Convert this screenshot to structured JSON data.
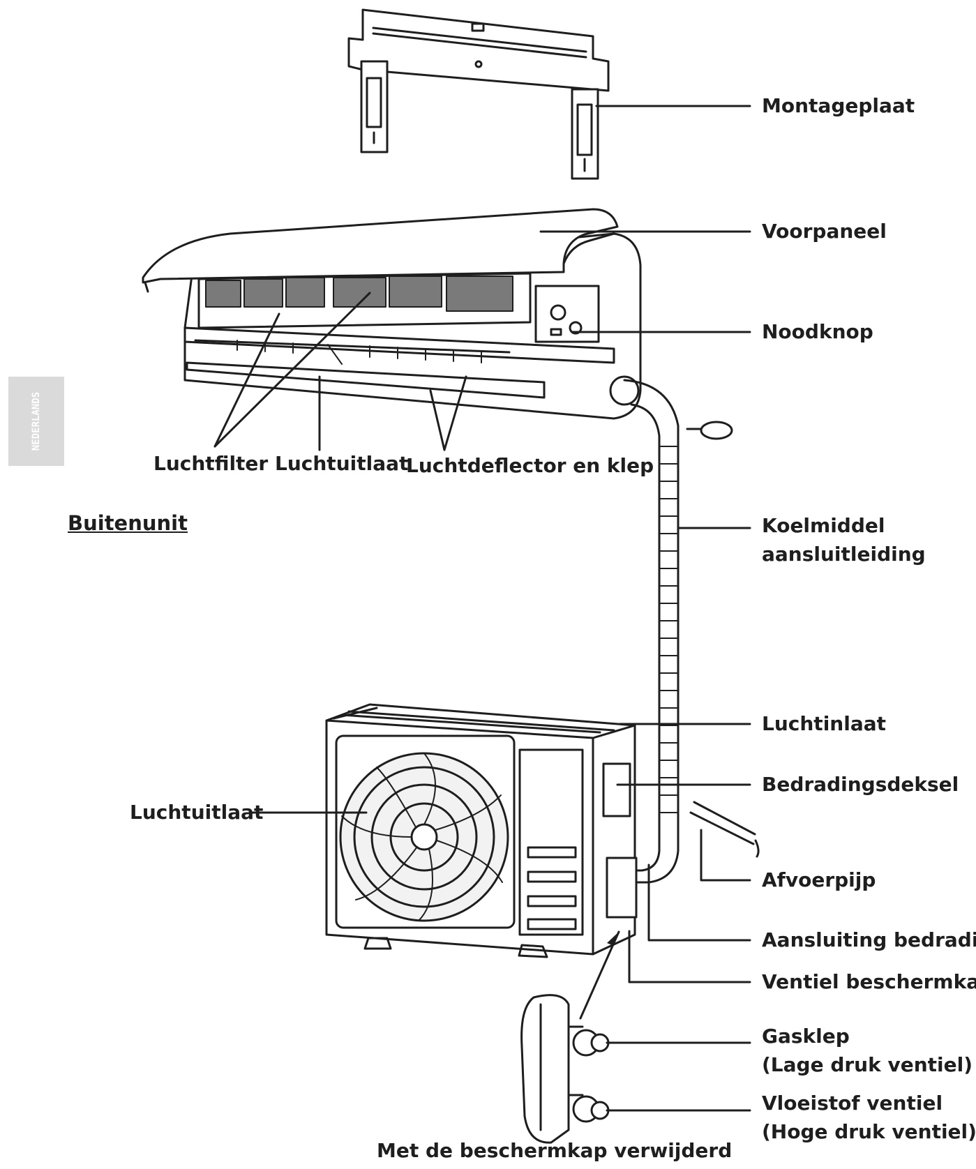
{
  "side_tab": {
    "language": "NEDERLANDS"
  },
  "section": {
    "outdoor_title": "Buitenunit"
  },
  "labels": {
    "mounting_plate": "Montageplaat",
    "front_panel": "Voorpaneel",
    "emergency_button": "Noodknop",
    "air_filter": "Luchtfilter",
    "air_outlet_indoor": "Luchtuitlaat",
    "air_deflector": "Luchtdeflector en klep",
    "refrigerant_pipe_line1": "Koelmiddel",
    "refrigerant_pipe_line2": "aansluitleiding",
    "air_inlet": "Luchtinlaat",
    "wiring_cover": "Bedradingsdeksel",
    "air_outlet_outdoor": "Luchtuitlaat",
    "drain_pipe": "Afvoerpijp",
    "wiring_connection": "Aansluiting bedrading",
    "valve_cap": "Ventiel beschermkap",
    "gas_valve_line1": "Gasklep",
    "gas_valve_line2": "(Lage druk ventiel)",
    "liquid_valve_line1": "Vloeistof ventiel",
    "liquid_valve_line2": "(Hoge druk ventiel)"
  },
  "caption": "Met de beschermkap verwijderd",
  "colors": {
    "ink": "#1e1e1e",
    "filter": "#7a7a7a",
    "tab": "#dadada",
    "fan_fill": "#f2f2f2"
  }
}
